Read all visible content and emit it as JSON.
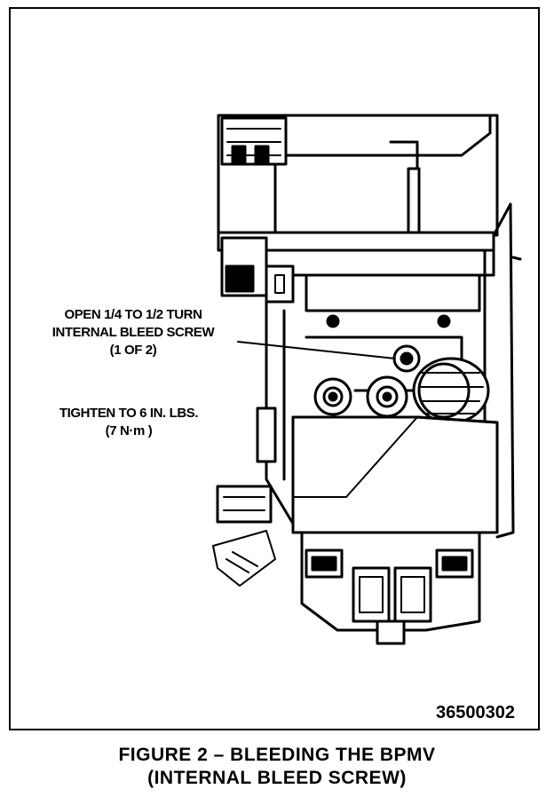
{
  "labels": {
    "bleed_line1": "OPEN 1/4 TO 1/2 TURN",
    "bleed_line2": "INTERNAL BLEED SCREW",
    "bleed_line3": "(1 OF 2)",
    "torque_line1": "TIGHTEN TO 6 IN. LBS.",
    "torque_line2": "(7 N·m )"
  },
  "figure_number": "36500302",
  "caption": {
    "line1": "FIGURE 2 – BLEEDING THE BPMV",
    "line2": "(INTERNAL BLEED SCREW)"
  }
}
